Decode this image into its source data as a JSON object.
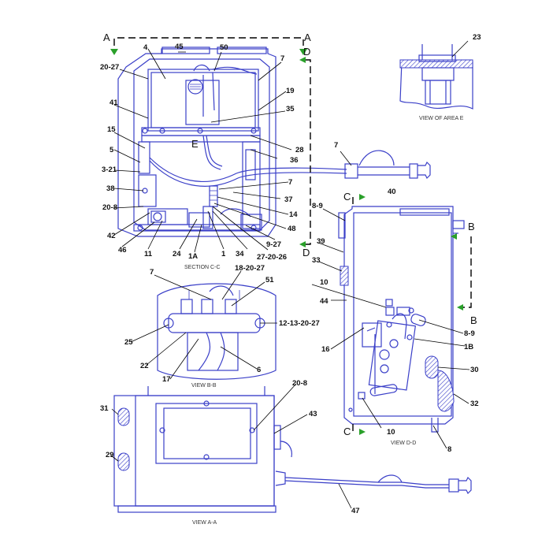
{
  "section_markers": {
    "a_left": "A",
    "a_right": "A",
    "b_top": "B",
    "b_bottom": "B",
    "c_top": "C",
    "c_bottom": "C",
    "d_top": "D",
    "d_bottom": "D",
    "e": "E"
  },
  "captions": {
    "section_cc": "SECTION C-C",
    "view_area_e": "VIEW OF AREA E",
    "view_bb": "VIEW B-B",
    "view_aa": "VIEW A-A",
    "view_dd": "VIEW D-D"
  },
  "callouts": {
    "section_cc": [
      "4",
      "45",
      "50",
      "7",
      "20-27",
      "19",
      "41",
      "35",
      "15",
      "28",
      "5",
      "36",
      "3-21",
      "38",
      "20-8",
      "42",
      "46",
      "11",
      "24",
      "1A",
      "1",
      "34",
      "27-20-26",
      "9-27",
      "48",
      "14",
      "37",
      "7"
    ],
    "area_e": [
      "23"
    ],
    "harness": [
      "7"
    ],
    "view_dd": [
      "40",
      "8-9",
      "39",
      "33",
      "10",
      "44",
      "8-9",
      "1B",
      "16",
      "30",
      "32",
      "10",
      "8"
    ],
    "view_bb": [
      "7",
      "18-20-27",
      "51",
      "25",
      "12-13-20-27",
      "22",
      "6",
      "17"
    ],
    "view_aa": [
      "20-8",
      "31",
      "43",
      "29",
      "47"
    ]
  }
}
